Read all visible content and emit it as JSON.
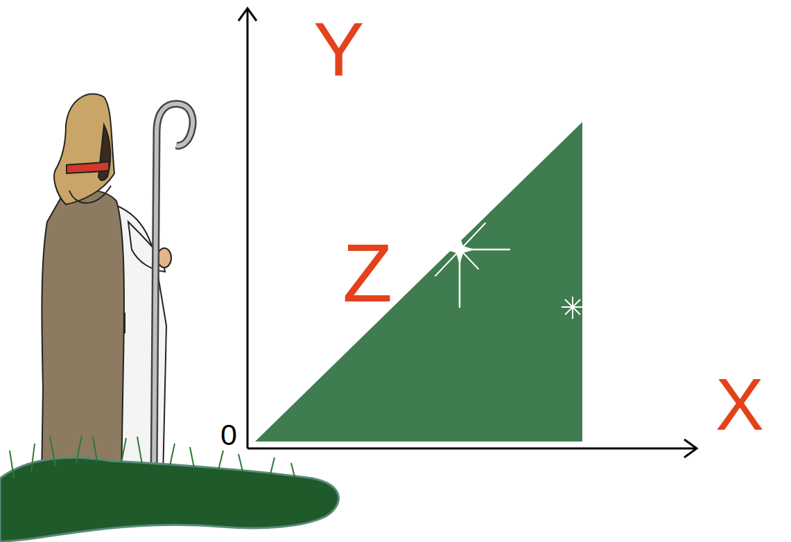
{
  "diagram": {
    "labels": [
      "Y",
      "Z",
      "0",
      "X"
    ]
  }
}
